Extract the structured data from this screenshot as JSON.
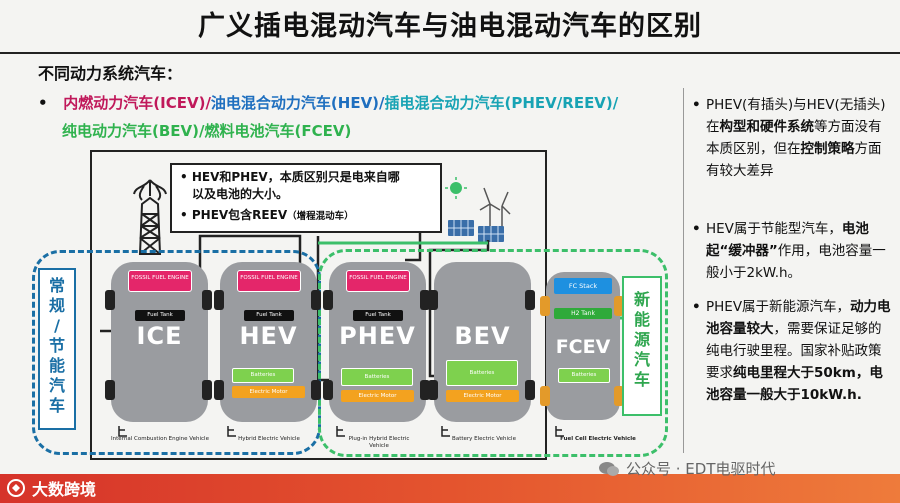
{
  "title": "广义插电混动汽车与油电混动汽车的区别",
  "subtitle": "不同动力系统汽车：",
  "bullet_symbol": "•",
  "types_line1": {
    "icev": "内燃动力汽车(ICEV)",
    "sep1": "/",
    "hev": "油电混合动力汽车(HEV)",
    "sep2": "/",
    "phev": "插电混合动力汽车(PHEV/REEV)",
    "sep3": "/"
  },
  "types_line2": {
    "bev": "纯电动力汽车(BEV)",
    "sep": "/",
    "fcev": "燃料电池汽车(FCEV)"
  },
  "callout": {
    "line1": "HEV和PHEV，本质区别只是电来自哪",
    "line2": "以及电池的大小。",
    "line3": "PHEV包含REEV",
    "line3_small": "（增程混动车）"
  },
  "group_labels": {
    "conventional": [
      "常",
      "规",
      "/",
      "节",
      "能",
      "汽",
      "车"
    ],
    "new_energy": [
      "新",
      "能",
      "源",
      "汽",
      "车"
    ]
  },
  "cars": [
    {
      "name": "ICE",
      "engine": "FOSSIL FUEL ENGINE",
      "tank": "Fuel Tank",
      "caption": "Internal Combustion Engine Vehicle"
    },
    {
      "name": "HEV",
      "engine": "FOSSIL FUEL ENGINE",
      "tank": "Fuel Tank",
      "battery": "Batteries",
      "motor": "Electric Motor",
      "caption": "Hybrid Electric Vehicle"
    },
    {
      "name": "PHEV",
      "engine": "FOSSIL FUEL ENGINE",
      "tank": "Fuel Tank",
      "battery": "Batteries",
      "motor": "Electric Motor",
      "caption": "Plug-in Hybrid Electric Vehicle"
    },
    {
      "name": "BEV",
      "battery": "Batteries",
      "motor": "Electric Motor",
      "caption": "Battery Electric Vehicle"
    },
    {
      "name": "FCEV",
      "stack": "FC Stack",
      "h2tank": "H2 Tank",
      "battery": "Batteries",
      "caption": "Fuel Cell Electric Vehicle"
    }
  ],
  "right_notes": [
    {
      "bullet": "•",
      "parts": [
        [
          "PHEV(有插头)与HEV(无插头)在",
          false
        ],
        [
          "构型和硬件系统",
          true
        ],
        [
          "等方面没有本质区别，但在",
          false
        ],
        [
          "控制策略",
          true
        ],
        [
          "方面有较大差异",
          false
        ]
      ]
    },
    {
      "bullet": "•",
      "parts": [
        [
          "HEV属于节能型汽车，",
          false
        ],
        [
          "电池起“缓冲器”",
          true
        ],
        [
          "作用，电池容量一般小于2kW.h。",
          false
        ]
      ]
    },
    {
      "bullet": "•",
      "parts": [
        [
          "PHEV属于新能源汽车，",
          false
        ],
        [
          "动力电池容量较大",
          true
        ],
        [
          "，需要保证足够的纯电行驶里程。国家补贴政策要求",
          false
        ],
        [
          "纯电里程大于50km，电池容量一般大于10kW.h.",
          true
        ]
      ]
    }
  ],
  "footer": {
    "logo_text": "大数跨境"
  },
  "watermark": {
    "text": "公众号 · EDT电驱时代"
  },
  "colors": {
    "icev": "#c0185a",
    "hev": "#1f6fbf",
    "phev": "#17a3b4",
    "bev": "#2fb24e",
    "fcev": "#2fb24e",
    "conventional_frame": "#1a6fa5",
    "new_energy_frame": "#3cbf6a",
    "engine": "#e4266a",
    "battery": "#7ed14e",
    "motor": "#f3a21f",
    "fc_stack": "#1e90e0",
    "h2_tank": "#2faa3a"
  }
}
